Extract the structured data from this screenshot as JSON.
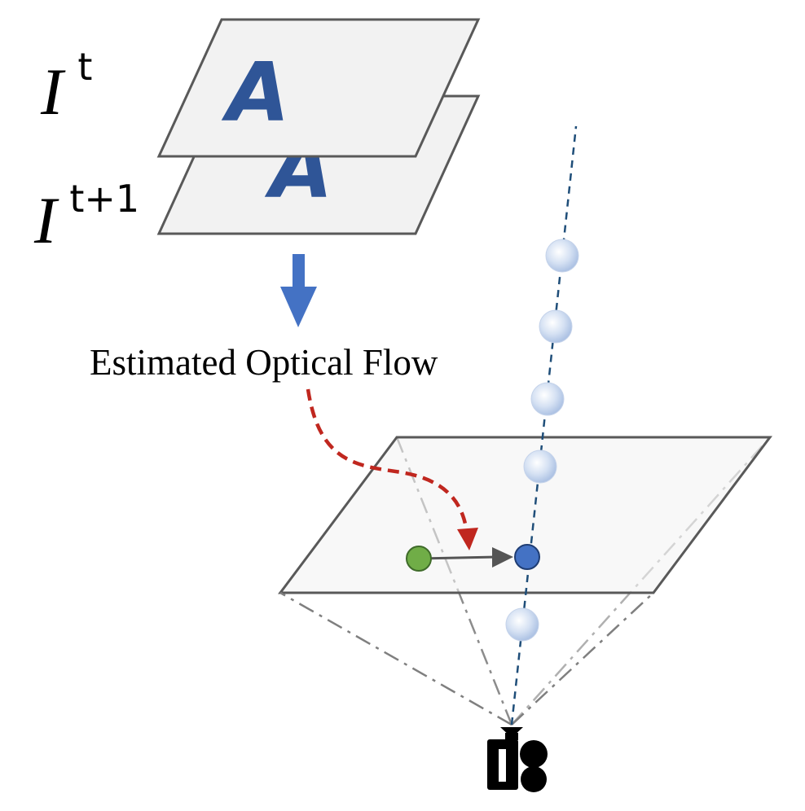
{
  "labels": {
    "frame_t_base": "I",
    "frame_t_sup": "t",
    "frame_t1_base": "I",
    "frame_t1_sup": "t+1",
    "frame_letter": "A",
    "flow_caption": "Estimated Optical Flow"
  },
  "colors": {
    "plane_fill": "#f2f2f2",
    "plane_stroke": "#595959",
    "letter_blue": "#2f5597",
    "arrow_blue": "#4472c4",
    "flow_red": "#c0271f",
    "ray_blue": "#1f4e79",
    "frustum_gray": "#808080",
    "point_green": "#70ad47",
    "point_blue": "#4472c4",
    "camera_black": "#000000"
  },
  "icons": {
    "camera": "camera-icon",
    "down_arrow": "arrow-down-icon"
  }
}
